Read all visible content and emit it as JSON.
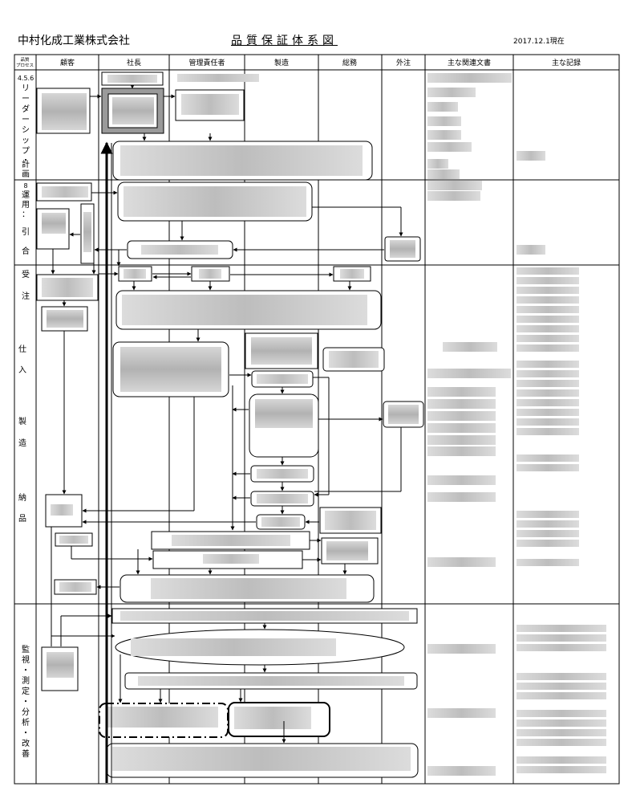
{
  "header": {
    "company": "中村化成工業株式会社",
    "title": "品質保証体系図",
    "date": "2017.12.1現在"
  },
  "table": {
    "process_header": [
      "品質",
      "プロセス"
    ],
    "columns": [
      "顧客",
      "社長",
      "管理責任者",
      "製造",
      "総務",
      "外注",
      "主な関連文書",
      "主な記録"
    ]
  },
  "sections": [
    {
      "number": "4.5.6",
      "chars": [
        "リ",
        "ー",
        "ダ",
        "ー",
        "シ",
        "ッ",
        "プ",
        "・",
        "計",
        "画"
      ]
    },
    {
      "number": "8",
      "chars": [
        "運",
        "用",
        "：",
        "引",
        "合"
      ]
    },
    {
      "chars": [
        "受",
        "注",
        "仕",
        "入",
        "製",
        "造",
        "納",
        "品"
      ]
    },
    {
      "chars": [
        "監",
        "視",
        "・",
        "測",
        "定",
        "・",
        "分",
        "析",
        "・",
        "改",
        "善"
      ]
    }
  ],
  "colors": {
    "line": "#000000",
    "blur": "#c4c4c4",
    "blur_dark": "#a8a8a8",
    "frame_gray": "#9a9a9a"
  }
}
